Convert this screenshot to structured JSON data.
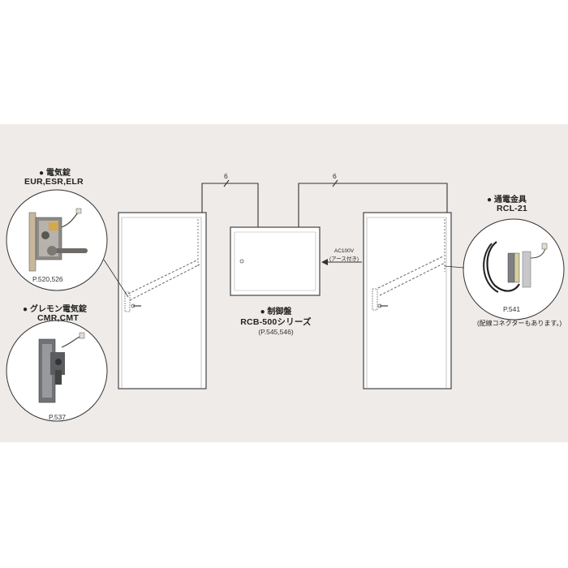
{
  "wire_label_left": "6",
  "wire_label_right": "6",
  "power_label_line1": "AC100V",
  "power_label_line2": "(アース付き)",
  "lock_left": {
    "title": "● 電気錠",
    "models": "EUR,ESR,ELR",
    "page": "P.520,526"
  },
  "lock_lower": {
    "title": "● グレモン電気錠",
    "models": "CMR,CMT",
    "page": "P.537"
  },
  "control_panel": {
    "title": "● 制御盤",
    "models": "RCB-500シリーズ",
    "pages": "(P.545,546)"
  },
  "hinge": {
    "title": "● 通電金具",
    "models": "RCL-21",
    "page": "P.541",
    "note": "(配線コネクターもあります。)"
  }
}
